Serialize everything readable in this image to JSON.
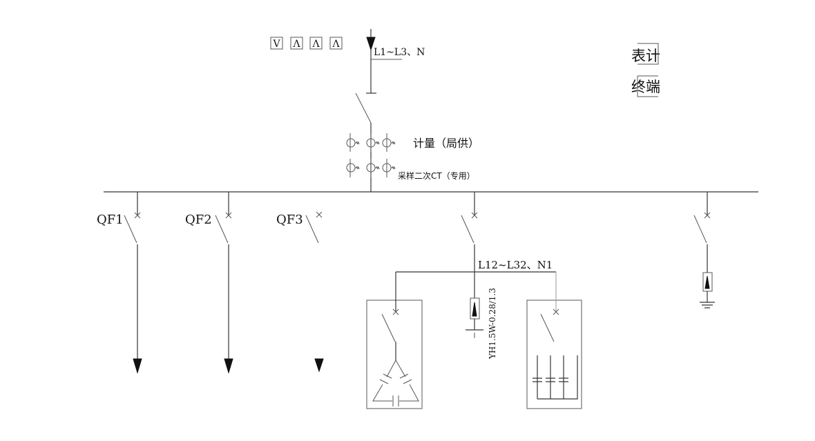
{
  "meters": [
    "V",
    "Λ",
    "Λ",
    "Λ"
  ],
  "incoming": {
    "label": "L1~L3、N"
  },
  "right_labels": {
    "meter": "表计",
    "terminal": "终端"
  },
  "ct_labels": {
    "metering": "计量（局供）",
    "sampling": "采样二次CT（专用）"
  },
  "feeders": [
    {
      "label": "QF1"
    },
    {
      "label": "QF2"
    },
    {
      "label": "QF3"
    }
  ],
  "capacitor_branch": {
    "label": "L12~L32、N1",
    "arrester": "YH1.5W-0.28/1.3"
  }
}
